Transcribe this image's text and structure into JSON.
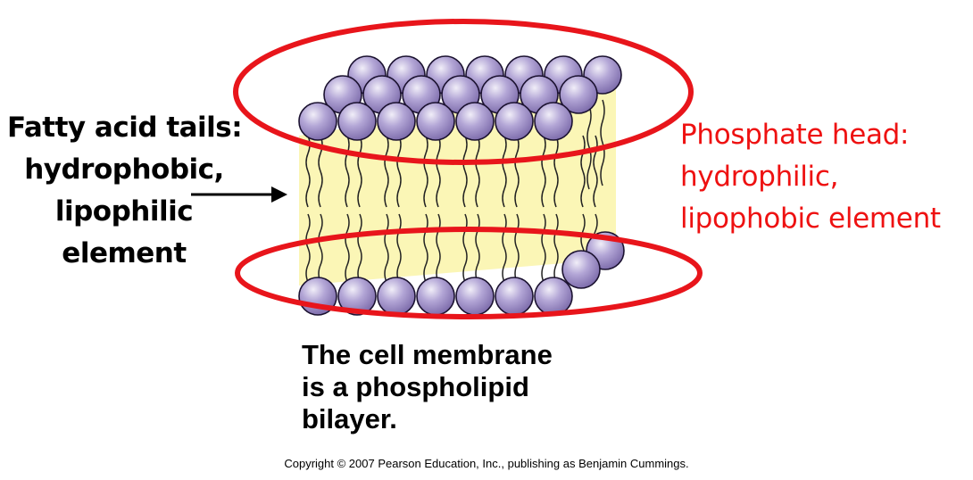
{
  "labels": {
    "tails": [
      "Fatty acid tails:",
      "hydrophobic,",
      "lipophilic",
      "element"
    ],
    "head": [
      "Phosphate head:",
      "hydrophilic,",
      "lipophobic element"
    ]
  },
  "caption": {
    "line1_normal": "The ",
    "line1_bold": "cell membrane",
    "line2": "is a phospholipid",
    "line3": "bilayer."
  },
  "copyright": "Copyright © 2007 Pearson Education, Inc., publishing as Benjamin Cummings.",
  "colors": {
    "head_fill": "#9f8fc8",
    "head_highlight": "#ece8f6",
    "tail_region": "#fbf6b6",
    "highlight_ring": "#e8151b",
    "label_red": "#ee1111"
  }
}
